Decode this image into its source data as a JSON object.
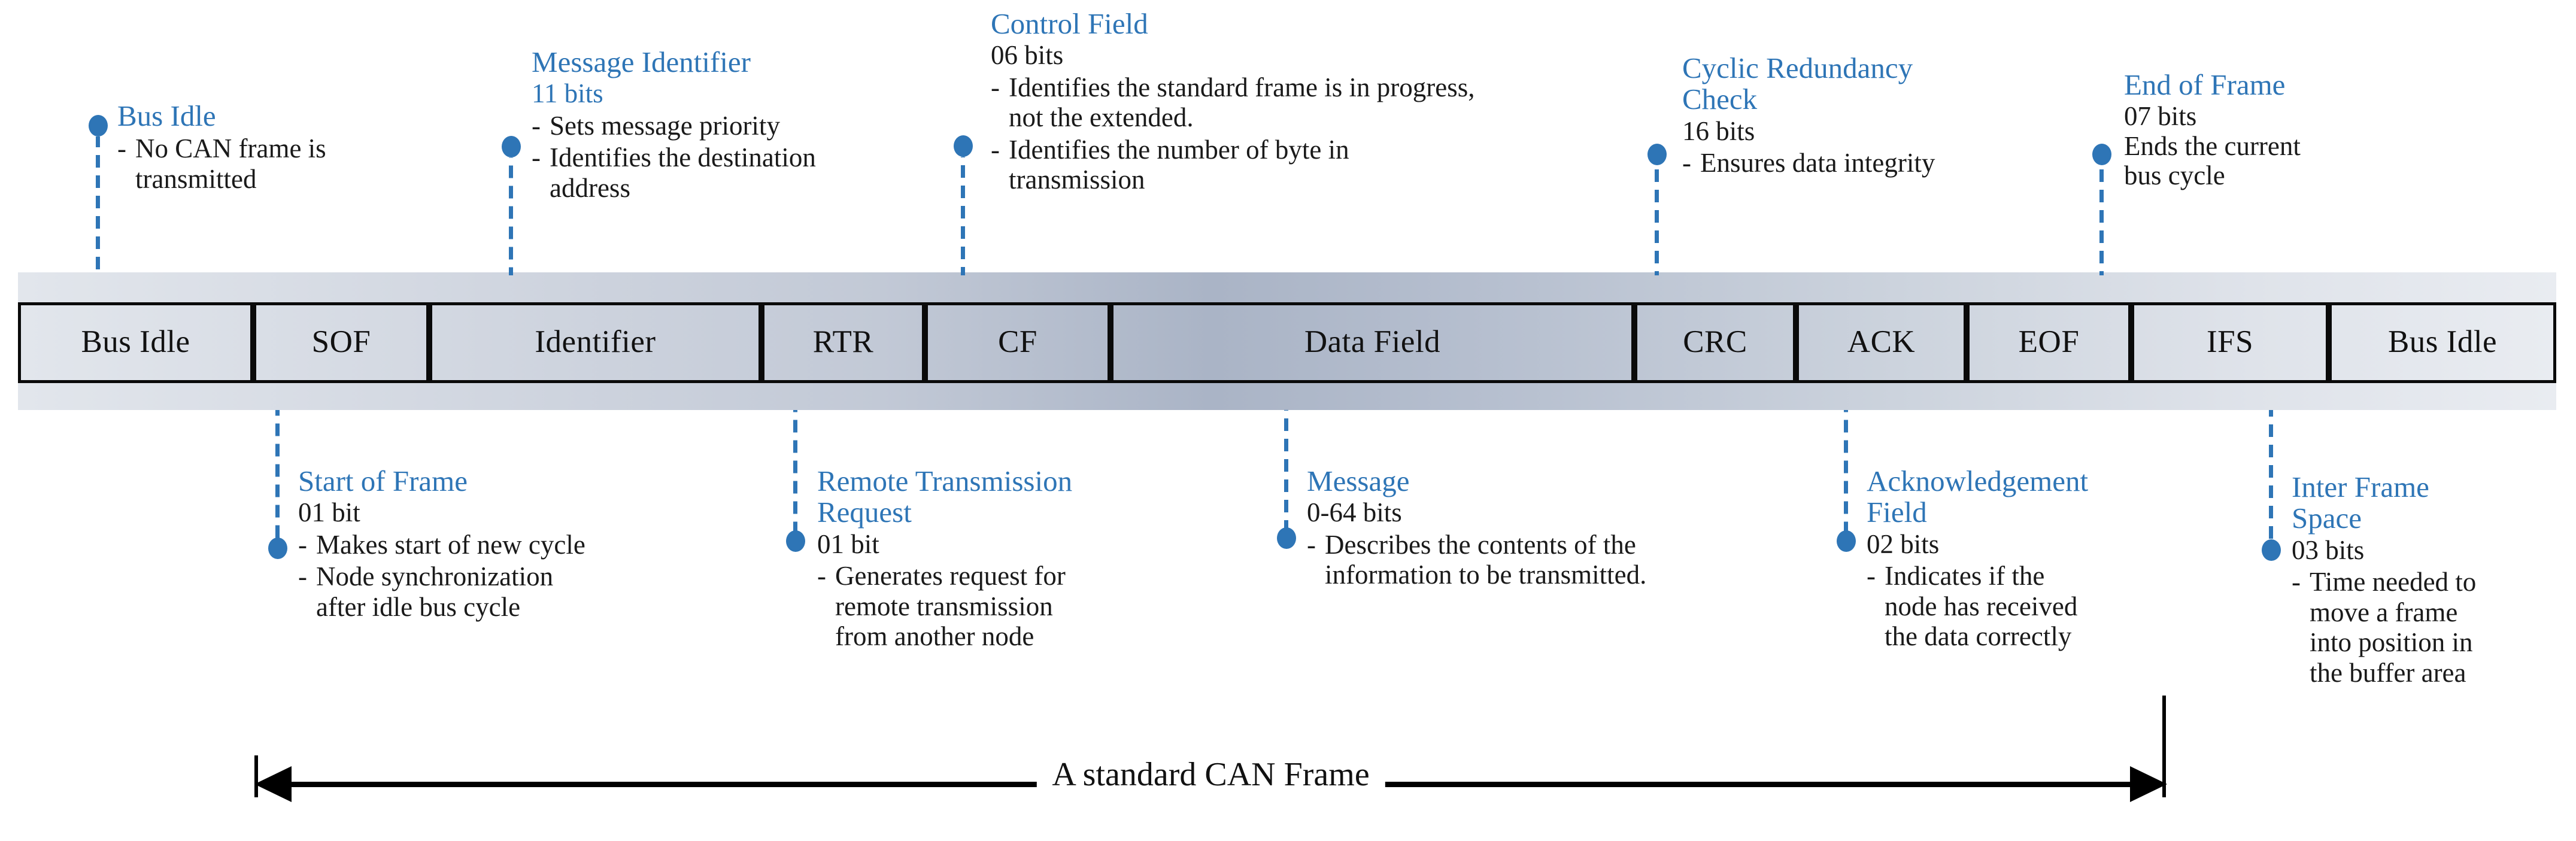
{
  "theme": {
    "accent": "#2E75B6",
    "text": "#1a1a1a",
    "bar_light": "#e2e6ec",
    "bar_dark": "#aab4c6",
    "border": "#0a0a0a"
  },
  "frame_bar": {
    "fields": [
      {
        "label": "Bus Idle"
      },
      {
        "label": "SOF"
      },
      {
        "label": "Identifier"
      },
      {
        "label": "RTR"
      },
      {
        "label": "CF"
      },
      {
        "label": "Data Field"
      },
      {
        "label": "CRC"
      },
      {
        "label": "ACK"
      },
      {
        "label": "EOF"
      },
      {
        "label": "IFS"
      },
      {
        "label": "Bus Idle"
      }
    ]
  },
  "annotations_top": [
    {
      "title": "Bus Idle",
      "subtitle": "",
      "bullets": [
        "No CAN frame is\ntransmitted"
      ]
    },
    {
      "title": "Message Identifier",
      "subtitle": "11 bits",
      "bullets": [
        "Sets message priority",
        "Identifies the destination\naddress"
      ]
    },
    {
      "title": "Control Field",
      "subtitle": "06 bits",
      "bullets": [
        "Identifies the standard frame is in progress,\nnot the extended.",
        "Identifies the number of byte in\ntransmission"
      ]
    },
    {
      "title": "Cyclic Redundancy\nCheck",
      "subtitle": "16 bits",
      "bullets": [
        "Ensures data integrity"
      ]
    },
    {
      "title": "End of Frame",
      "subtitle": "07 bits\nEnds the current\nbus cycle",
      "bullets": []
    }
  ],
  "annotations_bottom": [
    {
      "title": "Start of Frame",
      "subtitle": "01 bit",
      "bullets": [
        "Makes start of new cycle",
        "Node synchronization\nafter idle bus cycle"
      ]
    },
    {
      "title": "Remote Transmission\nRequest",
      "subtitle": "01 bit",
      "bullets": [
        "Generates request for\nremote transmission\nfrom another node"
      ]
    },
    {
      "title": "Message",
      "subtitle": "0-64 bits",
      "bullets": [
        "Describes the contents of the\ninformation to be transmitted."
      ]
    },
    {
      "title": "Acknowledgement\nField",
      "subtitle": "02 bits",
      "bullets": [
        "Indicates if the\nnode has received\nthe data correctly"
      ]
    },
    {
      "title": "Inter Frame\nSpace",
      "subtitle": "03 bits",
      "bullets": [
        "Time needed to\nmove a frame\ninto position in\nthe buffer area"
      ]
    }
  ],
  "span_arrow": {
    "label": "A standard CAN Frame"
  },
  "bullet_dash": "-"
}
